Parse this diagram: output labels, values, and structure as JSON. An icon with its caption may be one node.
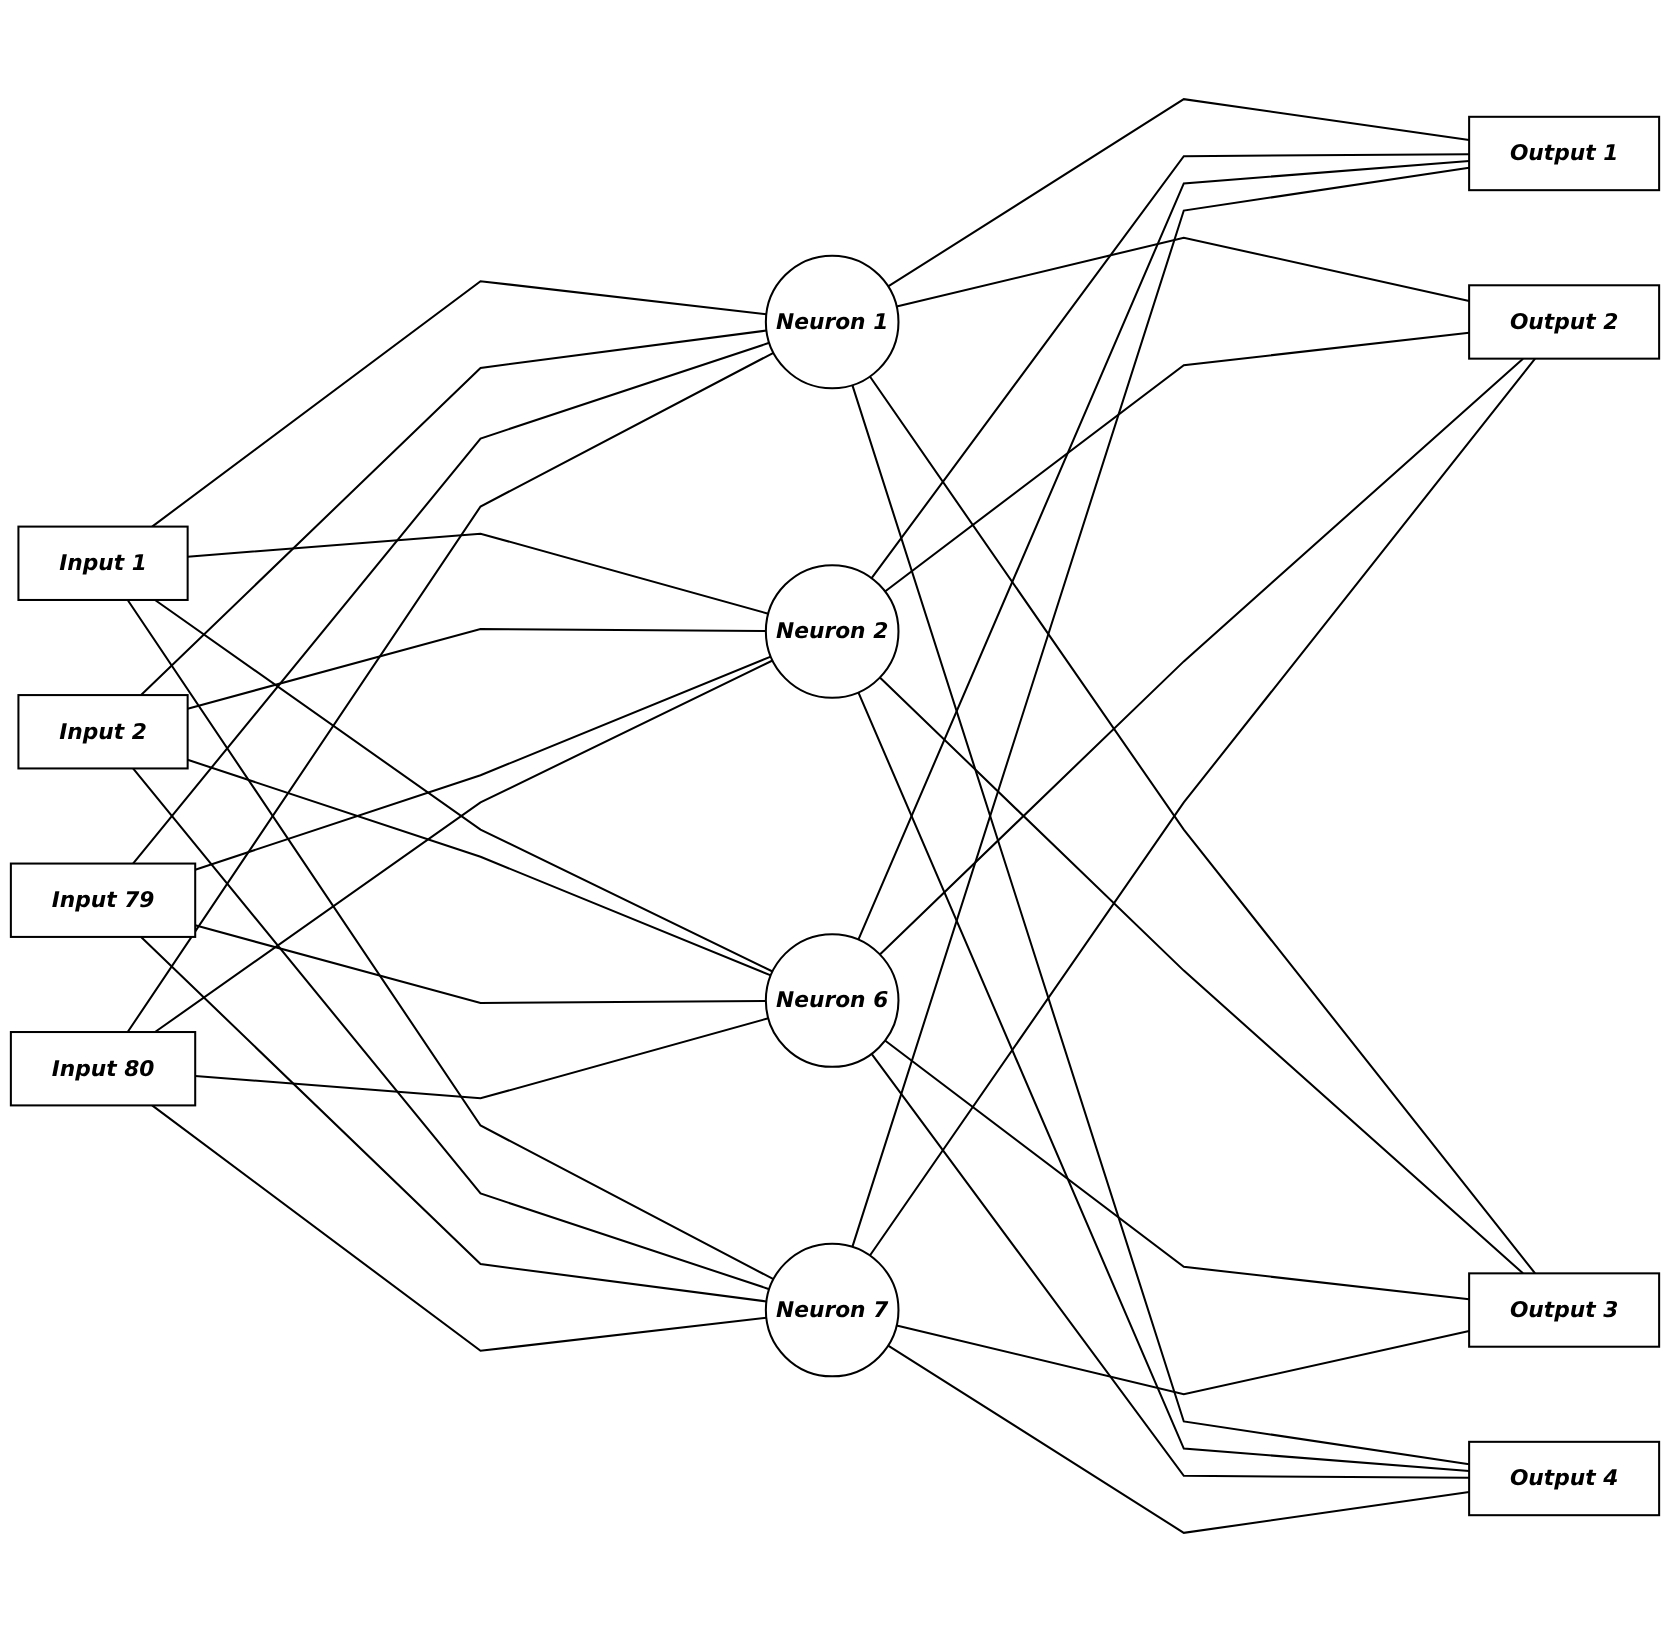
{
  "diagram": {
    "nodes": [
      {
        "text": [
          "Input 1"
        ]
      },
      {
        "text": [
          "Input 2"
        ]
      },
      {
        "text": [
          "Input 79"
        ]
      },
      {
        "text": [
          "Input 80"
        ]
      },
      {
        "text": [
          "Neuron 1"
        ]
      },
      {
        "text": [
          "Neuron 2"
        ]
      },
      {
        "text": [
          "Neuron 6"
        ]
      },
      {
        "text": [
          "Neuron 7"
        ]
      },
      {
        "text": [
          "Output 1"
        ]
      },
      {
        "text": [
          "Output 2"
        ]
      },
      {
        "text": [
          "Output 3"
        ]
      },
      {
        "text": [
          "Output 4"
        ]
      }
    ],
    "edges": [
      {
        "from": 0,
        "to": 4,
        "arrow": "none"
      },
      {
        "from": 0,
        "to": 5,
        "arrow": "none"
      },
      {
        "from": 0,
        "to": 6,
        "arrow": "none"
      },
      {
        "from": 0,
        "to": 7,
        "arrow": "none"
      },
      {
        "from": 1,
        "to": 4,
        "arrow": "none"
      },
      {
        "from": 1,
        "to": 5,
        "arrow": "none"
      },
      {
        "from": 1,
        "to": 6,
        "arrow": "none"
      },
      {
        "from": 1,
        "to": 7,
        "arrow": "none"
      },
      {
        "from": 2,
        "to": 4,
        "arrow": "none"
      },
      {
        "from": 2,
        "to": 5,
        "arrow": "none"
      },
      {
        "from": 2,
        "to": 6,
        "arrow": "none"
      },
      {
        "from": 2,
        "to": 7,
        "arrow": "none"
      },
      {
        "from": 3,
        "to": 4,
        "arrow": "none"
      },
      {
        "from": 3,
        "to": 5,
        "arrow": "none"
      },
      {
        "from": 3,
        "to": 6,
        "arrow": "none"
      },
      {
        "from": 3,
        "to": 7,
        "arrow": "none"
      },
      {
        "from": 4,
        "to": 8,
        "arrow": "none"
      },
      {
        "from": 4,
        "to": 9,
        "arrow": "none"
      },
      {
        "from": 4,
        "to": 10,
        "arrow": "none"
      },
      {
        "from": 4,
        "to": 11,
        "arrow": "none"
      },
      {
        "from": 5,
        "to": 8,
        "arrow": "none"
      },
      {
        "from": 5,
        "to": 9,
        "arrow": "none"
      },
      {
        "from": 5,
        "to": 10,
        "arrow": "none"
      },
      {
        "from": 5,
        "to": 11,
        "arrow": "none"
      },
      {
        "from": 6,
        "to": 8,
        "arrow": "none"
      },
      {
        "from": 6,
        "to": 9,
        "arrow": "none"
      },
      {
        "from": 6,
        "to": 10,
        "arrow": "none"
      },
      {
        "from": 6,
        "to": 11,
        "arrow": "none"
      },
      {
        "from": 7,
        "to": 8,
        "arrow": "none"
      },
      {
        "from": 7,
        "to": 9,
        "arrow": "none"
      },
      {
        "from": 7,
        "to": 10,
        "arrow": "none"
      },
      {
        "from": 7,
        "to": 11,
        "arrow": "none"
      }
    ]
  }
}
